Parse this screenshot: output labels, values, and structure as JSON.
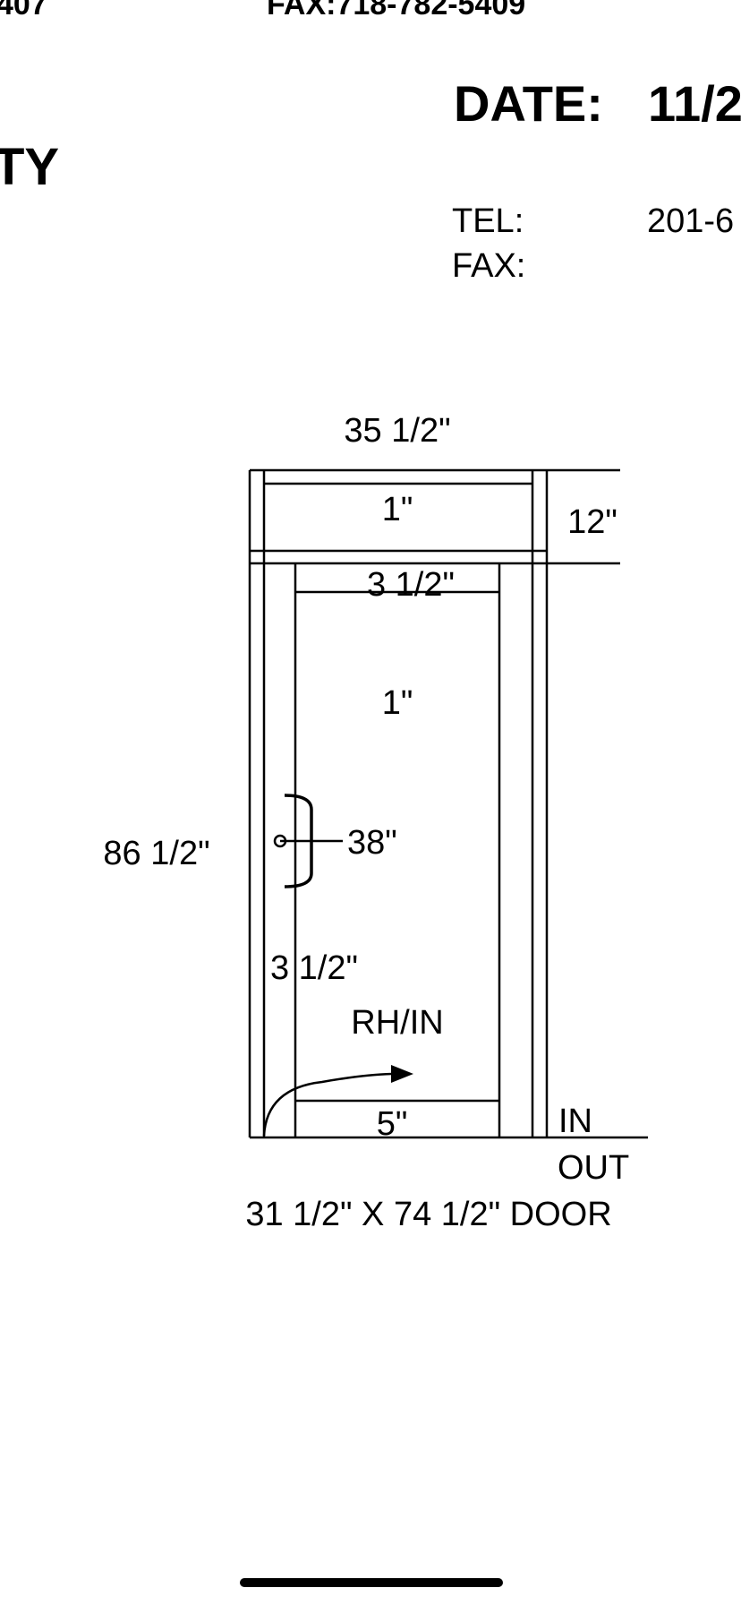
{
  "header": {
    "top_left": "407",
    "top_fax": "FAX:718-782-5409",
    "date_label": "DATE:",
    "date_value": "11/2",
    "left_fragment": "TY",
    "tel_label": "TEL:",
    "tel_value": "201-6",
    "fax_label": "FAX:"
  },
  "drawing": {
    "top_width": "35 1/2\"",
    "transom_rail": "1\"",
    "transom_height": "12\"",
    "top_rail": "3 1/2\"",
    "door_mid": "1\"",
    "hinge_stile": "3 1/2\"",
    "overall_height": "86 1/2\"",
    "handle_height": "38\"",
    "swing": "RH/IN",
    "bottom_rail": "5\"",
    "side_in": "IN",
    "side_out": "OUT",
    "door_size": "31 1/2\" X 74 1/2\" DOOR"
  },
  "colors": {
    "ink": "#000000",
    "paper": "#ffffff"
  }
}
